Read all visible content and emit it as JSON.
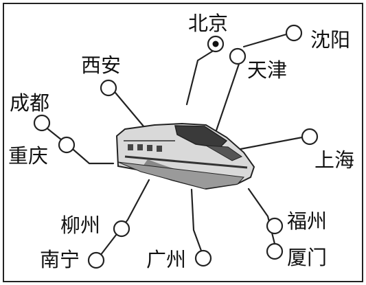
{
  "diagram": {
    "center_image": "high-speed-train",
    "capital_marker": "北京",
    "colors": {
      "ink": "#111111",
      "background": "#ffffff"
    },
    "cities": [
      {
        "id": "beijing",
        "label": "北京"
      },
      {
        "id": "tianjin",
        "label": "天津"
      },
      {
        "id": "shenyang",
        "label": "沈阳"
      },
      {
        "id": "xian",
        "label": "西安"
      },
      {
        "id": "chengdu",
        "label": "成都"
      },
      {
        "id": "chongqing",
        "label": "重庆"
      },
      {
        "id": "shanghai",
        "label": "上海"
      },
      {
        "id": "liuzhou",
        "label": "柳州"
      },
      {
        "id": "nanning",
        "label": "南宁"
      },
      {
        "id": "guangzhou",
        "label": "广州"
      },
      {
        "id": "fuzhou",
        "label": "福州"
      },
      {
        "id": "xiamen",
        "label": "厦门"
      }
    ]
  }
}
